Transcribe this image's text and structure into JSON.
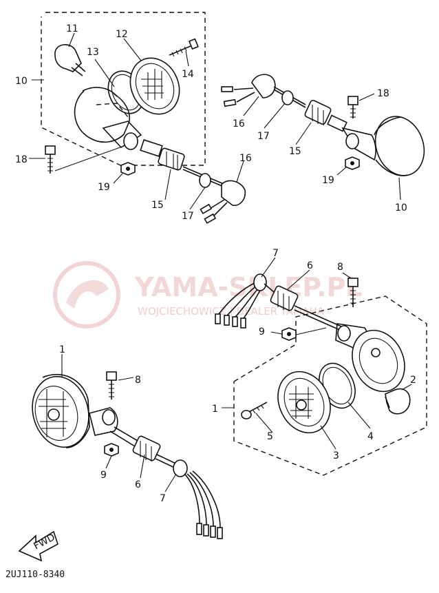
{
  "diagram": {
    "drawing_code": "2UJ110-8340",
    "fwd_label": "FWD",
    "watermark": {
      "brand": "YAMA-SKLEP.PL",
      "subline": "WOJCIECHOWICZ | DEALER YAMAHA"
    },
    "labels": {
      "p1a": "1",
      "p1b": "1",
      "p2": "2",
      "p3": "3",
      "p4": "4",
      "p5": "5",
      "p6a": "6",
      "p6b": "6",
      "p7a": "7",
      "p7b": "7",
      "p8a": "8",
      "p8b": "8",
      "p9a": "9",
      "p9b": "9",
      "p10a": "10",
      "p10b": "10",
      "p11": "11",
      "p12": "12",
      "p13": "13",
      "p14": "14",
      "p15a": "15",
      "p15b": "15",
      "p16a": "16",
      "p16b": "16",
      "p17a": "17",
      "p17b": "17",
      "p18a": "18",
      "p18b": "18",
      "p19a": "19",
      "p19b": "19"
    }
  }
}
